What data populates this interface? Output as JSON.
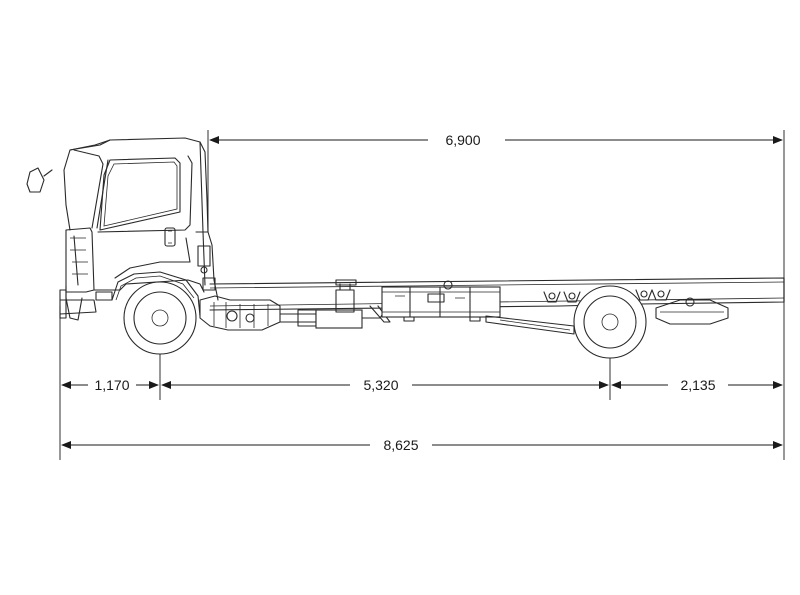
{
  "dimensions": {
    "cab_to_rear": "6,900",
    "front_overhang": "1,170",
    "wheelbase": "5,320",
    "rear_overhang": "2,135",
    "overall_length": "8,625"
  },
  "colors": {
    "line": "#2a2a2a",
    "background": "#ffffff"
  }
}
